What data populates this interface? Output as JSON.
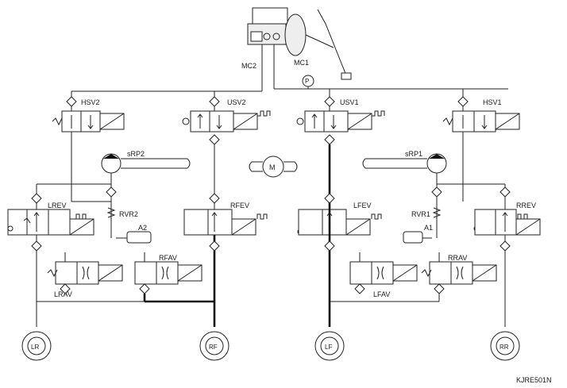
{
  "figure_code": "KJRE501N",
  "master_cylinder": {
    "port_front": "MC2",
    "port_rear": "MC1"
  },
  "valves": {
    "hsv2": "HSV2",
    "usv2": "USV2",
    "usv1": "USV1",
    "hsv1": "HSV1",
    "lrev": "LREV",
    "rfev": "RFEV",
    "lfev": "LFEV",
    "rrev": "RREV",
    "lrav": "LRAV",
    "rfav": "RFAV",
    "lfav": "LFAV",
    "rrav": "RRAV"
  },
  "pumps": {
    "left": "sRP2",
    "right": "sRP1"
  },
  "motor": "M",
  "relief_valves": {
    "left": "RVR2",
    "right": "RVR1"
  },
  "accumulators": {
    "left": "A2",
    "right": "A1"
  },
  "wheels": {
    "lr": "LR",
    "rf": "RF",
    "lf": "LF",
    "rr": "RR"
  }
}
